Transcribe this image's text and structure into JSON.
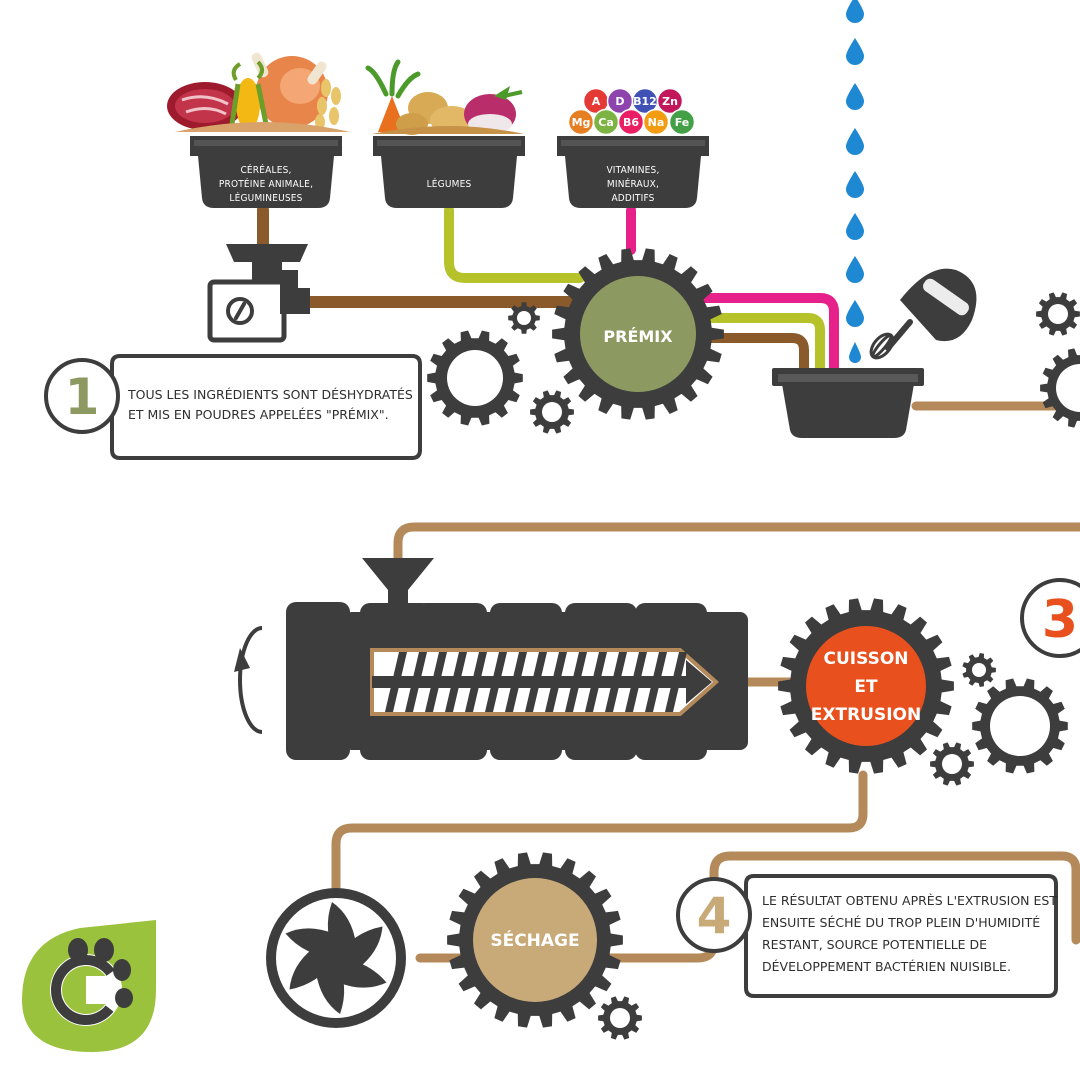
{
  "bins": [
    {
      "id": "bin-cereals",
      "lines": [
        "CÉRÉALES,",
        "PROTÉINE ANIMALE,",
        "LÉGUMINEUSES"
      ]
    },
    {
      "id": "bin-vegetables",
      "lines": [
        "LÉGUMES"
      ]
    },
    {
      "id": "bin-vitamins",
      "lines": [
        "VITAMINES,",
        "MINÉRAUX,",
        "ADDITIFS"
      ]
    }
  ],
  "vitamins": [
    {
      "label": "A",
      "color": "#e53935"
    },
    {
      "label": "D",
      "color": "#8e44ad"
    },
    {
      "label": "B12",
      "color": "#3f51b5"
    },
    {
      "label": "Zn",
      "color": "#c2185b"
    },
    {
      "label": "Mg",
      "color": "#e67e22"
    },
    {
      "label": "Ca",
      "color": "#7cb342"
    },
    {
      "label": "B6",
      "color": "#e91e63"
    },
    {
      "label": "Na",
      "color": "#f39c12"
    },
    {
      "label": "Fe",
      "color": "#43a047"
    }
  ],
  "gears": {
    "premix": {
      "label": "PRÉMIX",
      "color": "#8c9a62"
    },
    "cooking": {
      "lines": [
        "CUISSON",
        "ET",
        "EXTRUSION"
      ],
      "color": "#e8501e"
    },
    "drying": {
      "label": "SÉCHAGE",
      "color": "#c8a978"
    }
  },
  "steps": [
    {
      "number": "1",
      "color": "#8c9a62",
      "lines": [
        "TOUS LES INGRÉDIENTS SONT DÉSHYDRATÉS",
        "ET MIS EN POUDRES APPELÉES \"PRÉMIX\"."
      ]
    },
    {
      "number": "3",
      "color": "#e8501e"
    },
    {
      "number": "4",
      "color": "#c8a978",
      "lines": [
        "LE RÉSULTAT OBTENU APRÈS L'EXTRUSION EST",
        "ENSUITE SÉCHÉ DU TROP PLEIN D'HUMIDITÉ",
        "RESTANT, SOURCE POTENTIELLE DE",
        "DÉVELOPPEMENT BACTÉRIEN NUISIBLE."
      ]
    }
  ],
  "colors": {
    "dark": "#3d3d3d",
    "pipe_brown": "#8a5a2b",
    "pipe_tan": "#b58a5a",
    "pipe_green": "#b5c22a",
    "pipe_pink": "#e6218a",
    "water": "#1e88d2",
    "logo_green": "#9bc23c"
  }
}
